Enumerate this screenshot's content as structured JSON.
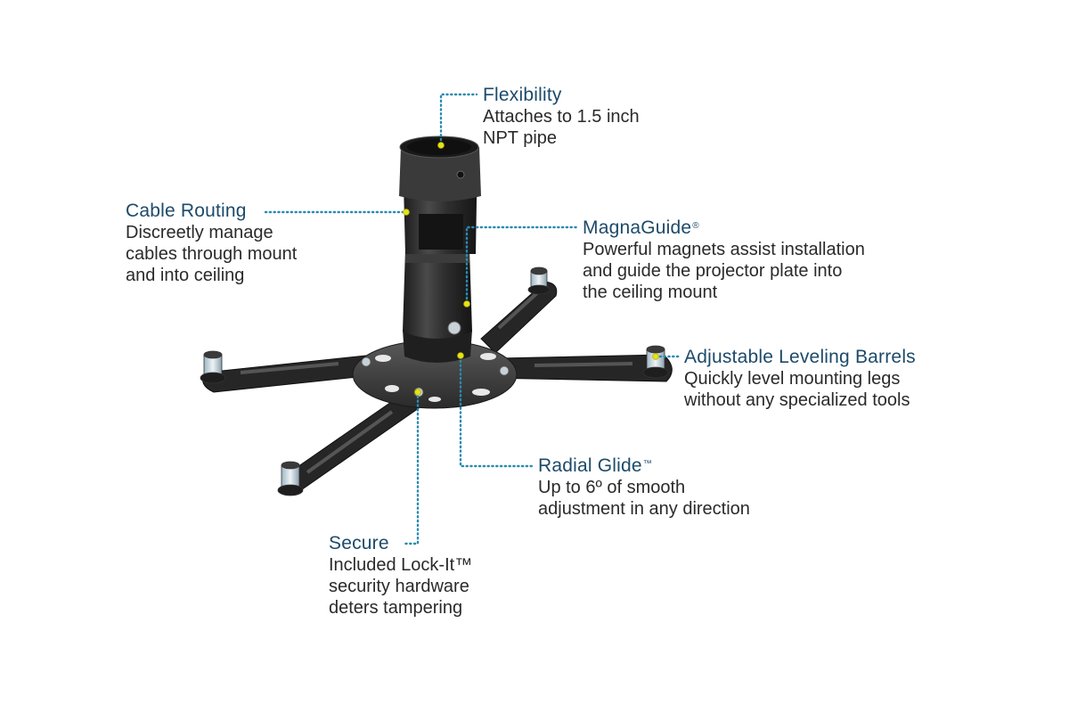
{
  "diagram": {
    "subject": "Projector ceiling mount",
    "colors": {
      "title": "#1d4a6a",
      "body_text": "#2a2a2a",
      "leader_line": "#2a8bb0",
      "marker_dot": "#e6e21a",
      "mount_body": "#2b2b2b"
    }
  },
  "callouts": [
    {
      "id": "flexibility",
      "title": "Flexibility",
      "title_mark": "",
      "lines": [
        "Attaches to 1.5 inch",
        "NPT pipe"
      ]
    },
    {
      "id": "cable-routing",
      "title": "Cable Routing",
      "title_mark": "",
      "lines": [
        "Discreetly manage",
        "cables through mount",
        "and into ceiling"
      ]
    },
    {
      "id": "magnaguide",
      "title": "MagnaGuide",
      "title_mark": "®",
      "lines": [
        "Powerful magnets assist installation",
        "and guide the projector plate into",
        "the ceiling mount"
      ]
    },
    {
      "id": "leveling-barrels",
      "title": "Adjustable Leveling Barrels",
      "title_mark": "",
      "lines": [
        "Quickly level mounting legs",
        "without any specialized tools"
      ]
    },
    {
      "id": "radial-glide",
      "title": "Radial Glide",
      "title_mark": "™",
      "lines": [
        "Up to 6º of smooth",
        "adjustment in any direction"
      ]
    },
    {
      "id": "secure",
      "title": "Secure",
      "title_mark": "",
      "lines": [
        "Included Lock-It™",
        "security hardware",
        "deters tampering"
      ]
    }
  ]
}
